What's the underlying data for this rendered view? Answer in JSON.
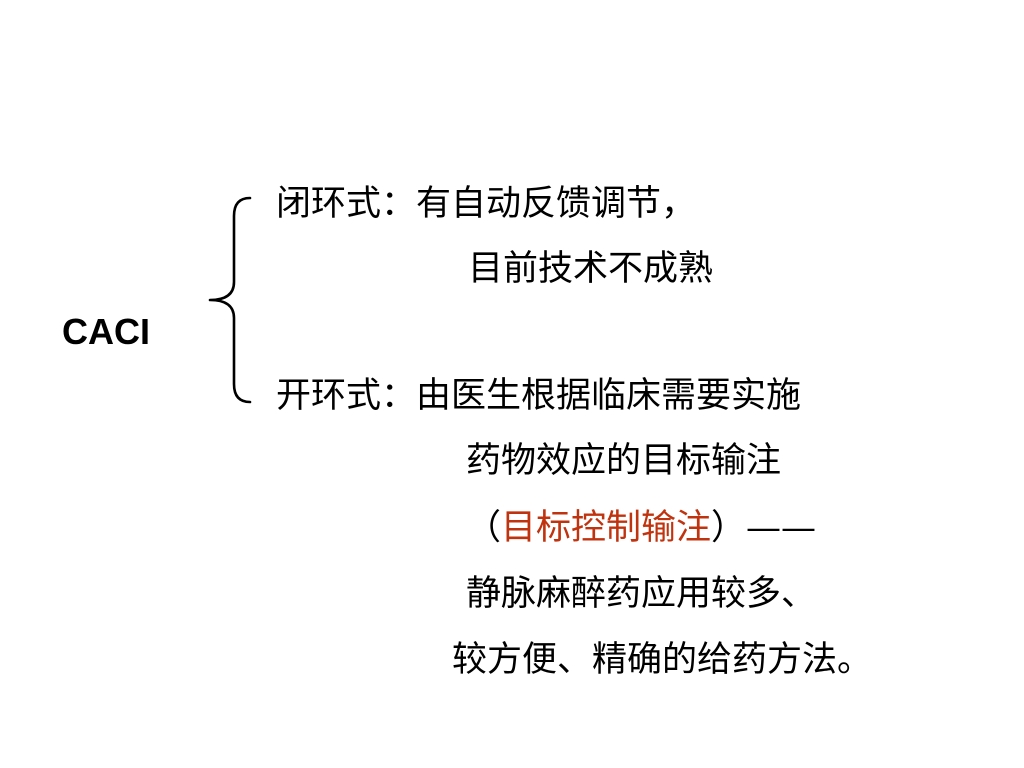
{
  "caci": "CACI",
  "closed_loop": {
    "label": "闭环式：",
    "line1": "有自动反馈调节，",
    "line2": "目前技术不成熟"
  },
  "open_loop": {
    "label": "开环式：",
    "line1": "由医生根据临床需要实施",
    "line2": "药物效应的目标输注",
    "paren_open": "（",
    "highlight": "目标控制输注",
    "paren_close": "）——",
    "line4": "静脉麻醉药应用较多、",
    "line5": "较方便、精确的给药方法。"
  },
  "colors": {
    "text": "#000000",
    "highlight": "#c0330f",
    "background": "#ffffff"
  }
}
